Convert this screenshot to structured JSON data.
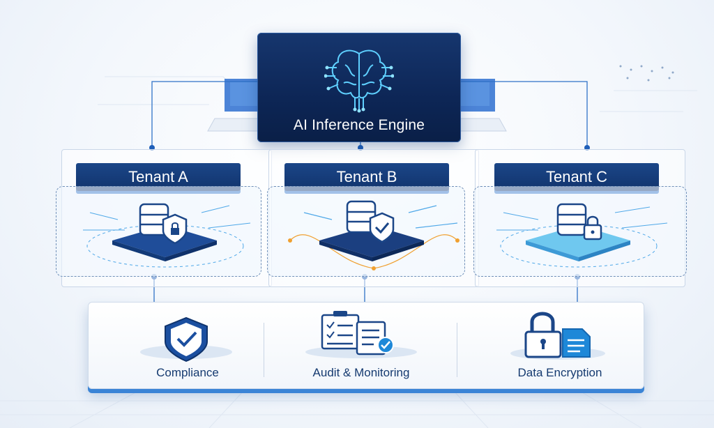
{
  "engine": {
    "title": "AI Inference Engine"
  },
  "tenants": [
    {
      "label": "Tenant A"
    },
    {
      "label": "Tenant B"
    },
    {
      "label": "Tenant C"
    }
  ],
  "features": [
    {
      "label": "Compliance"
    },
    {
      "label": "Audit & Monitoring"
    },
    {
      "label": "Data Encryption"
    }
  ],
  "colors": {
    "navy": "#11336c",
    "accent_blue": "#2f72c7",
    "cyan": "#4fc3f7",
    "orange": "#f0a030"
  }
}
